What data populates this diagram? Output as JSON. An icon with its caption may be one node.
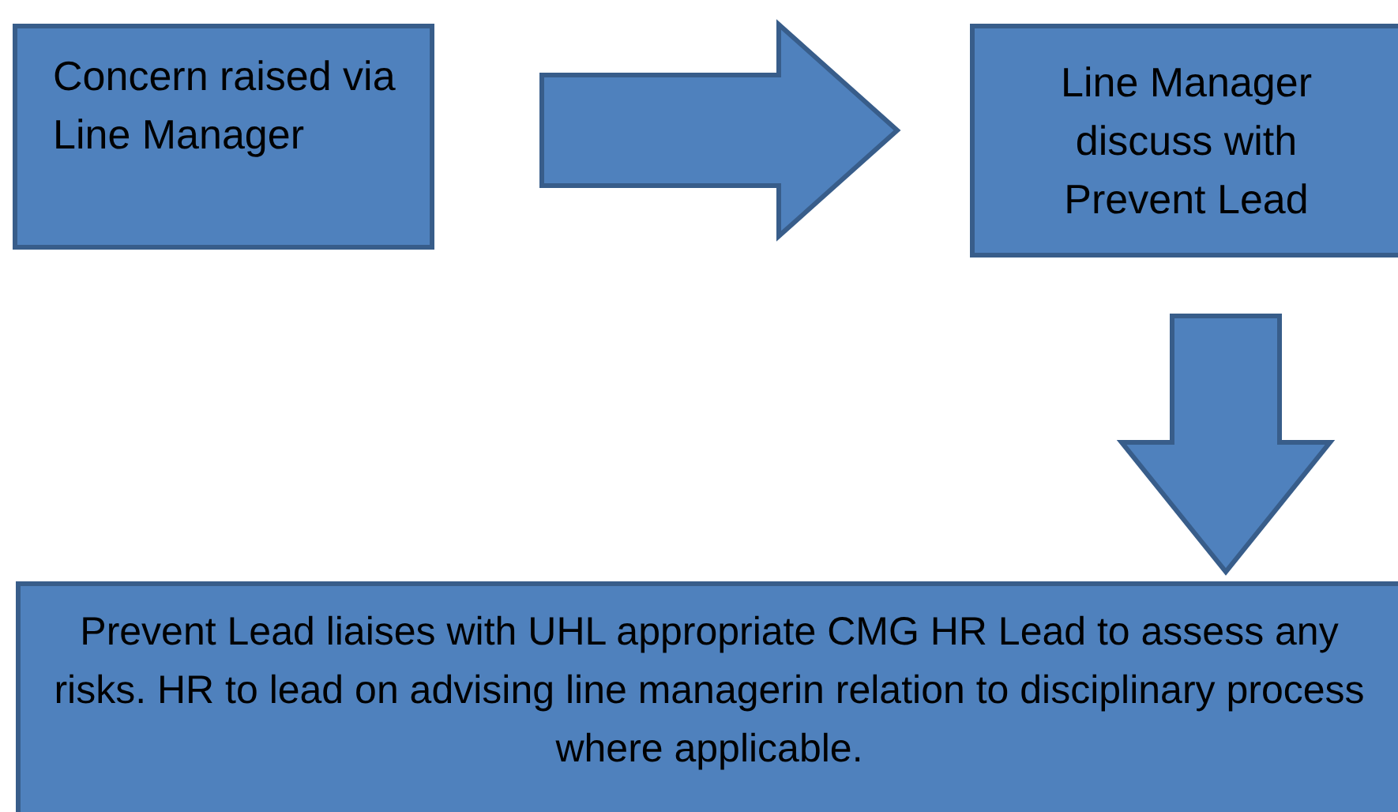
{
  "diagram": {
    "nodes": [
      {
        "text": [
          "Concern raised via Line Manager"
        ]
      },
      {
        "text": [
          "Line Manager discuss with Prevent Lead"
        ]
      },
      {
        "text": [
          "Prevent Lead liaises with UHL appropriate CMG HR Lead to assess any risks. HR to lead on advising line managerin relation to disciplinary process where applicable."
        ]
      }
    ],
    "edges": [
      {
        "from": 0,
        "to": 1,
        "arrow": "to"
      },
      {
        "from": 1,
        "to": 2,
        "arrow": "to"
      }
    ]
  }
}
